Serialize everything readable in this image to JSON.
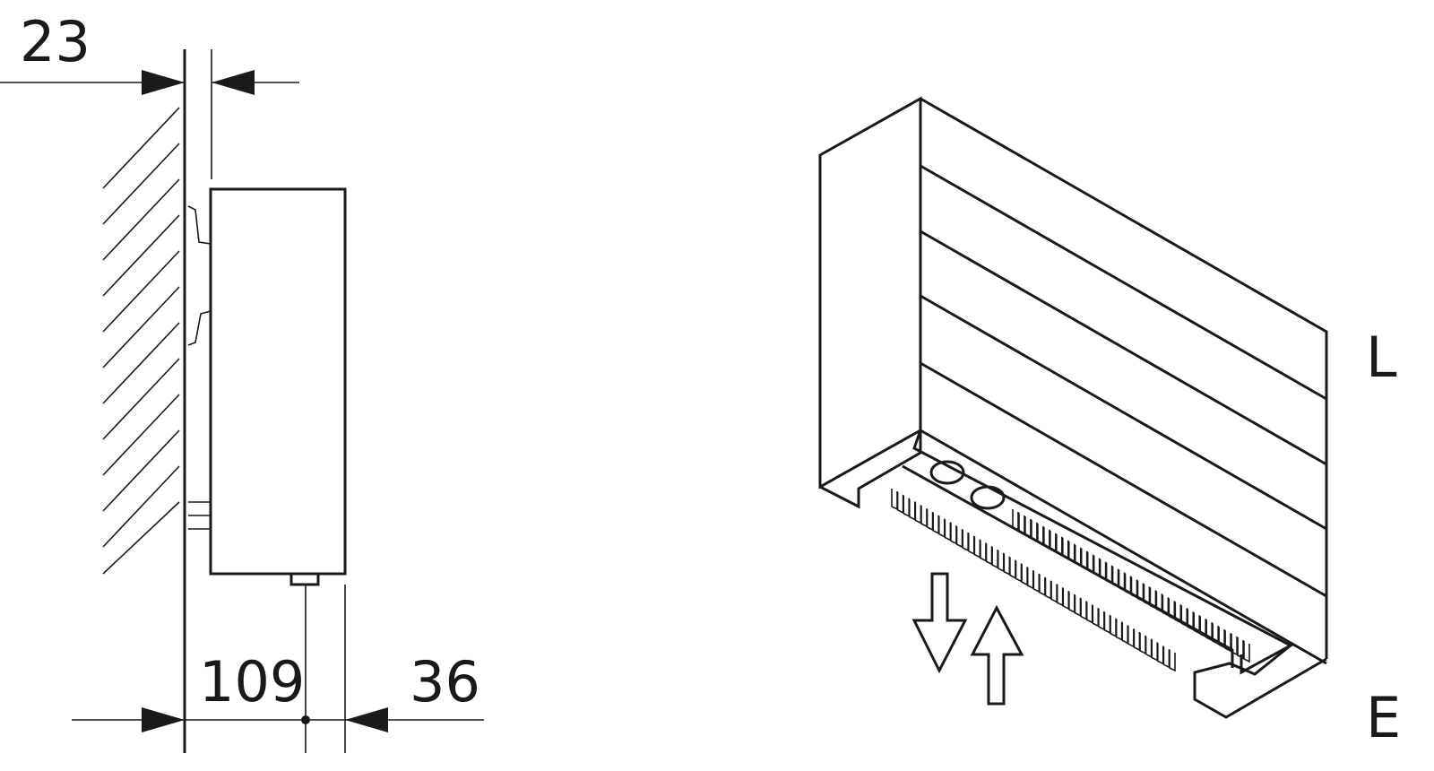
{
  "side_view": {
    "dim_top": "23",
    "dim_bottom_left": "109",
    "dim_bottom_right": "36"
  },
  "iso_view": {
    "label_length": "L",
    "label_end": "E",
    "fin_count_row1": 48,
    "fin_count_row2": 38
  },
  "colors": {
    "line": "#1a1a1a",
    "background": "#ffffff"
  }
}
